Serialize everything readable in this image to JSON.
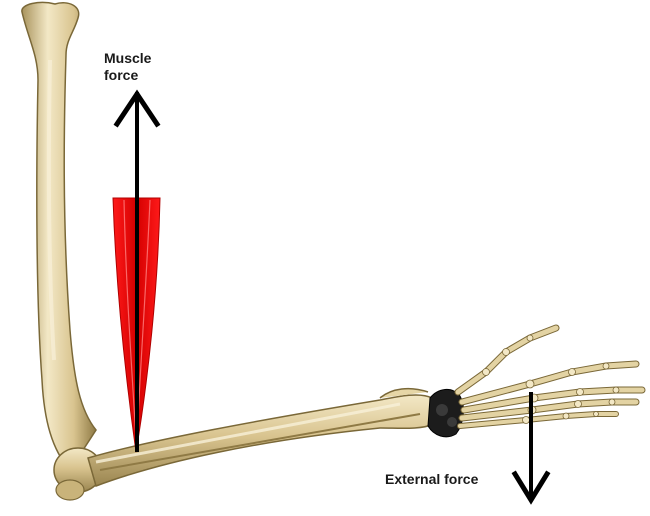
{
  "labels": {
    "muscle_force_line1": "Muscle",
    "muscle_force_line2": "force",
    "external_force": "External force"
  },
  "colors": {
    "bone": "#d9c48f",
    "bone_shadow": "#a8935c",
    "bone_highlight": "#f3e8c6",
    "muscle": "#e00000",
    "arrow": "#000000",
    "background": "#ffffff"
  }
}
